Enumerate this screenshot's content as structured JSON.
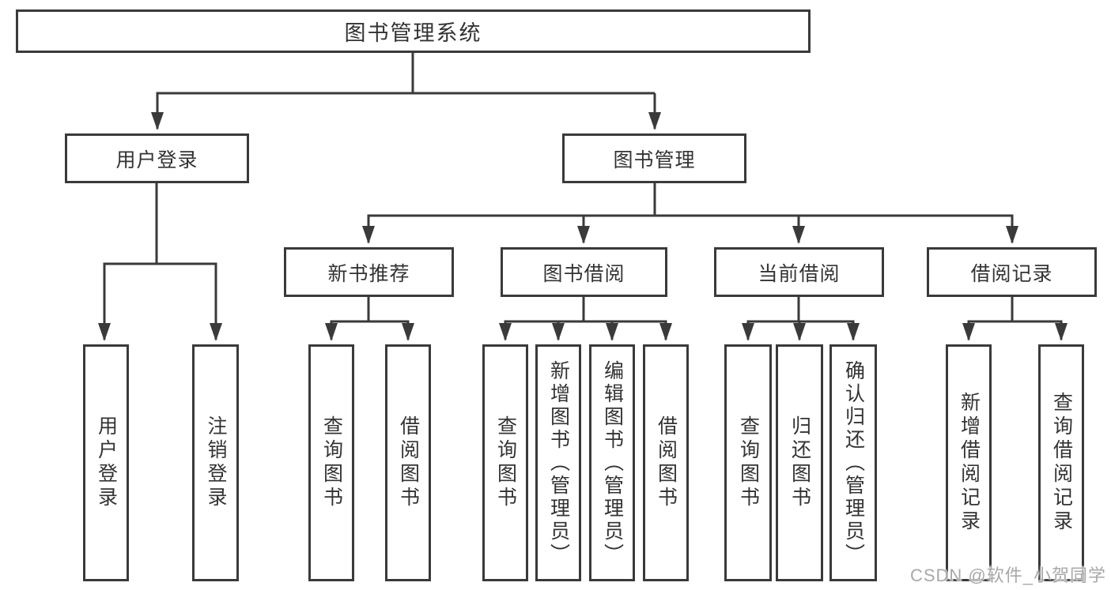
{
  "title": "图书管理系统",
  "watermark": "CSDN @软件_小贺同学",
  "colors": {
    "line": "#3a3a3a",
    "box_border": "#3a3a3a",
    "text": "#333333",
    "background": "#ffffff",
    "watermark": "#a8a8a8"
  },
  "tree": {
    "label": "图书管理系统",
    "children": [
      {
        "label": "用户登录",
        "children": [
          {
            "label": "用户登录"
          },
          {
            "label": "注销登录"
          }
        ]
      },
      {
        "label": "图书管理",
        "children": [
          {
            "label": "新书推荐",
            "children": [
              {
                "label": "查询图书"
              },
              {
                "label": "借阅图书"
              }
            ]
          },
          {
            "label": "图书借阅",
            "children": [
              {
                "label": "查询图书"
              },
              {
                "label": "新增图书（管理员）"
              },
              {
                "label": "编辑图书（管理员）"
              },
              {
                "label": "借阅图书"
              }
            ]
          },
          {
            "label": "当前借阅",
            "children": [
              {
                "label": "查询图书"
              },
              {
                "label": "归还图书"
              },
              {
                "label": "确认归还（管理员）"
              }
            ]
          },
          {
            "label": "借阅记录",
            "children": [
              {
                "label": "新增借阅记录"
              },
              {
                "label": "查询借阅记录"
              }
            ]
          }
        ]
      }
    ]
  }
}
